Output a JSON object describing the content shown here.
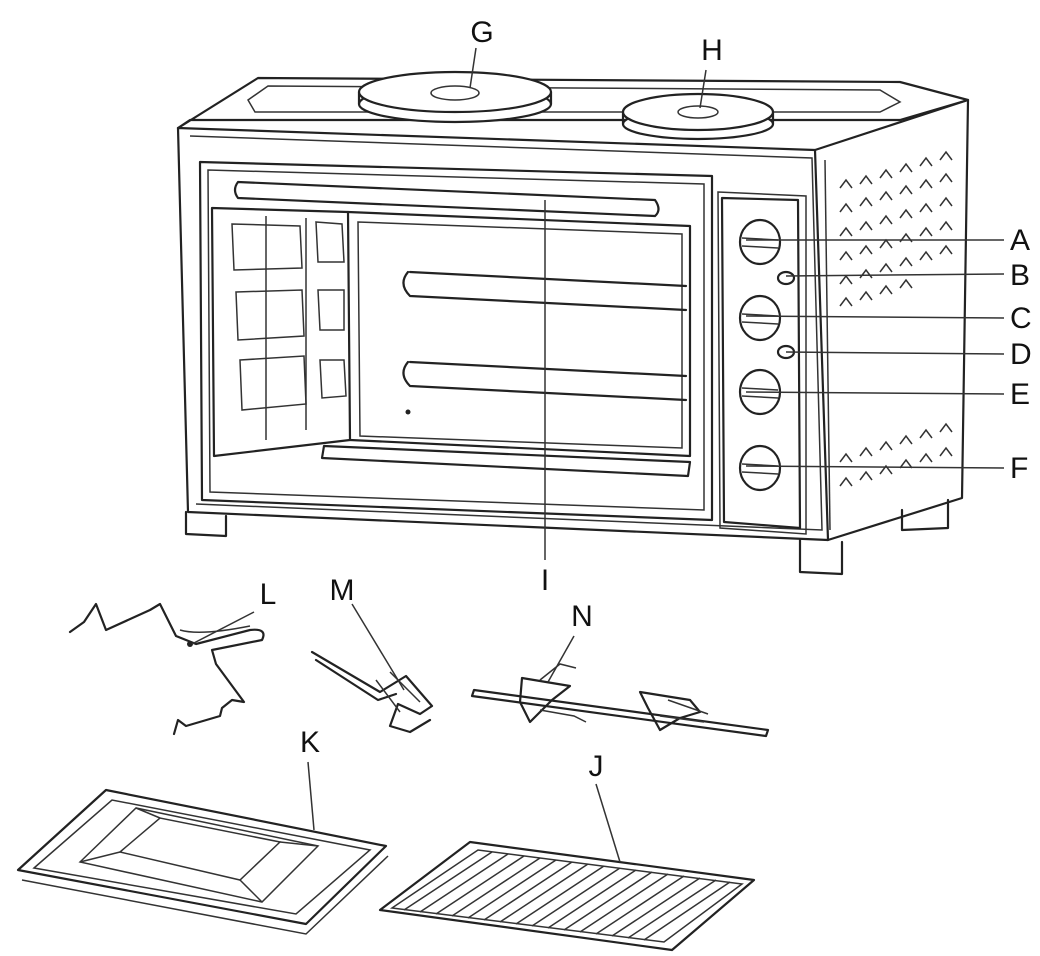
{
  "labels": {
    "A": "A",
    "B": "B",
    "C": "C",
    "D": "D",
    "E": "E",
    "F": "F",
    "G": "G",
    "H": "H",
    "I": "I",
    "J": "J",
    "K": "K",
    "L": "L",
    "M": "M",
    "N": "N"
  }
}
